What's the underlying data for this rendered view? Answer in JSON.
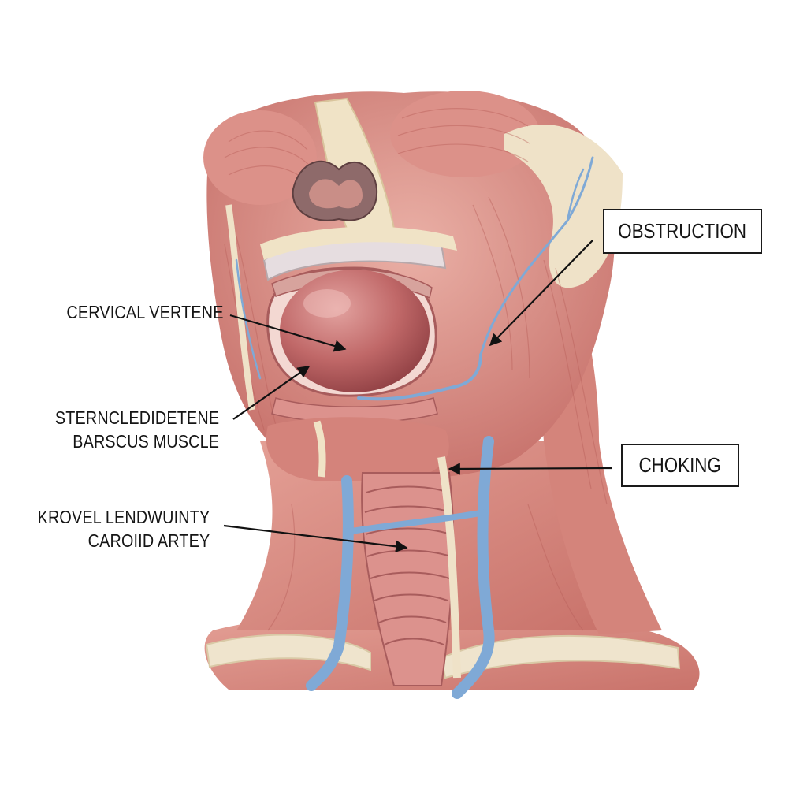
{
  "labels": {
    "cervical_vertebra": "CERVICAL VERTENE",
    "sterno_line1": "STERNCLEDIDETENE",
    "sterno_line2": "BARSCUS MUSCLE",
    "carotid_line1": "KROVEL LENDWUINTY",
    "carotid_line2": "CAROIID ARTEY",
    "obstruction": "OBSTRUCTION",
    "choking": "CHOKING"
  },
  "colors": {
    "muscle": "#d98b82",
    "muscle_dark": "#b9605a",
    "muscle_light": "#ecb3a8",
    "fascia": "#f0e3c6",
    "bone": "#efe4cd",
    "vein": "#7fa9d6",
    "bolus": "#b85a5a",
    "trachea": "#dc928d",
    "line": "#111111"
  }
}
